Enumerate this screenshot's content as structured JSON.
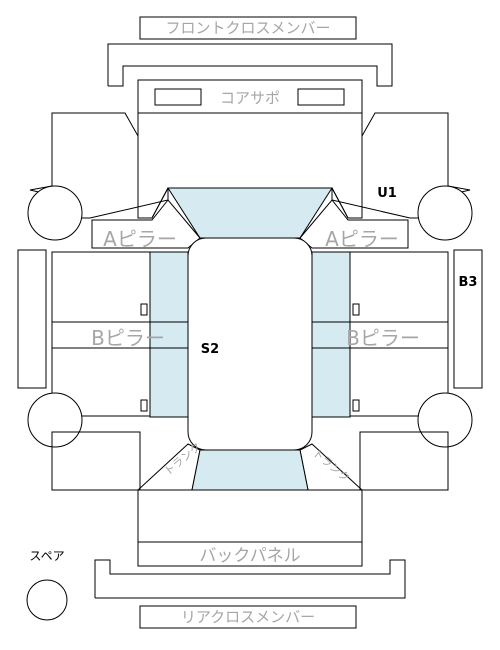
{
  "labels": {
    "front_cross_member": "フロントクロスメンバー",
    "core_support": "コアサポ",
    "a_pillar_left": "Aピラー",
    "a_pillar_right": "Aピラー",
    "b_pillar_left": "Bピラー",
    "b_pillar_right": "Bピラー",
    "back_panel": "バックパネル",
    "rear_cross_member": "リアクロスメンバー",
    "spare": "スペア",
    "trunk_left": "トランク",
    "trunk_right": "トランク"
  },
  "markers": {
    "u1": "U1",
    "b3": "B3",
    "s2": "S2"
  },
  "colors": {
    "line": "#000000",
    "label_gray": "#a6a6a6",
    "glass_fill": "#d6ebf1"
  }
}
